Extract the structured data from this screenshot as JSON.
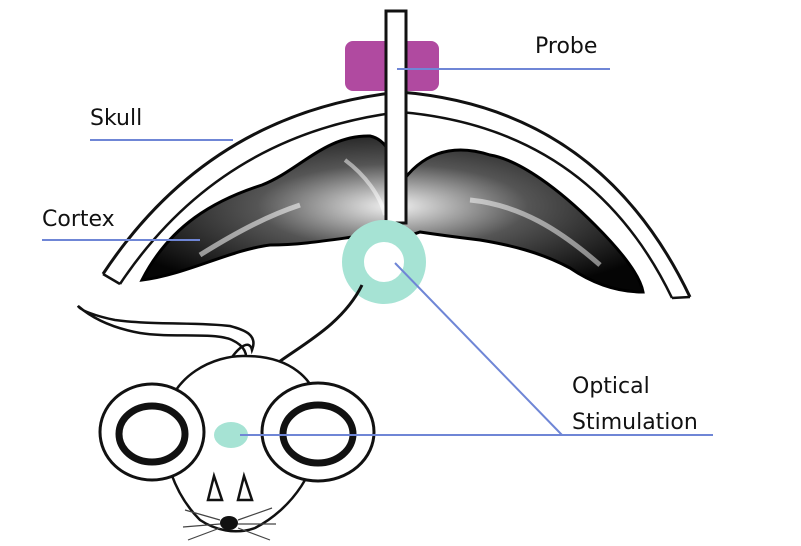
{
  "labels": {
    "probe": "Probe",
    "skull": "Skull",
    "cortex": "Cortex",
    "optical_line1": "Optical",
    "optical_line2": "Stimulation"
  },
  "colors": {
    "probe_block": "#b04aa0",
    "optical_ring": "#a6e3d4",
    "leader_line": "#6f86d6",
    "ink": "#111111"
  }
}
